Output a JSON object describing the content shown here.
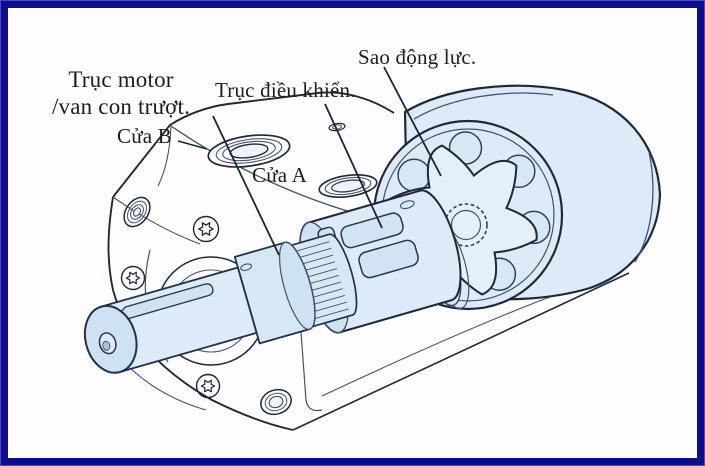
{
  "frame": {
    "border_color": "#0d0d8a",
    "edge_highlight_color": "#4a4ac4",
    "background": "#fdfdfe"
  },
  "diagram": {
    "labels": {
      "motor_shaft_line1": "Trục motor",
      "motor_shaft_line2": "/van con trượt.",
      "port_b": "Cửa B",
      "control_shaft": "Trục điều khiển.",
      "port_a": "Cửa A",
      "power_star": "Sao động lực."
    },
    "colors": {
      "outline": "#1f2838",
      "outline_soft": "#44536b",
      "part_fill": "#dcebf7",
      "part_fill_deep": "#cfe2f2",
      "part_fill_light": "#e3eff9",
      "text": "#1d1d1d"
    }
  }
}
